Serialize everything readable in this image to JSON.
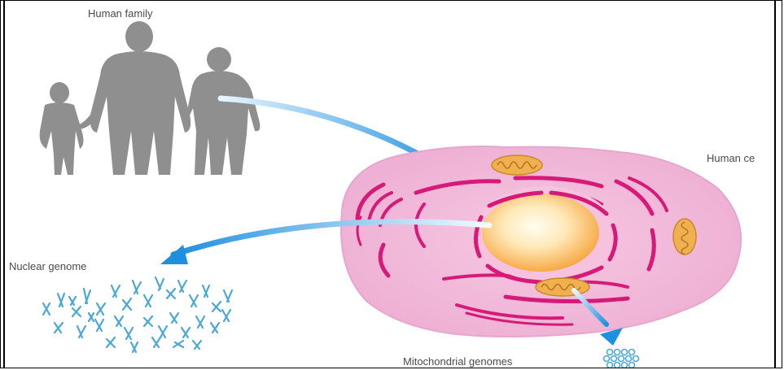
{
  "labels": {
    "human_family": "Human family",
    "human_cell": "Human ce",
    "nuclear_genome": "Nuclear genome",
    "mitochondrial_genomes": "Mitochondrial genomes"
  },
  "colors": {
    "silhouette": "#8f8f8f",
    "cell_body": "#f2b8d8",
    "cell_outline": "#e3a0c8",
    "er_membrane": "#d61a78",
    "nucleus_core": "#fff6d6",
    "nucleus_edge": "#f6b24a",
    "mitochondrion": "#f0b050",
    "arrow": "#2f9fe6",
    "chromosome": "#4aa8d8",
    "mito_genome": "#4aa8d8"
  }
}
